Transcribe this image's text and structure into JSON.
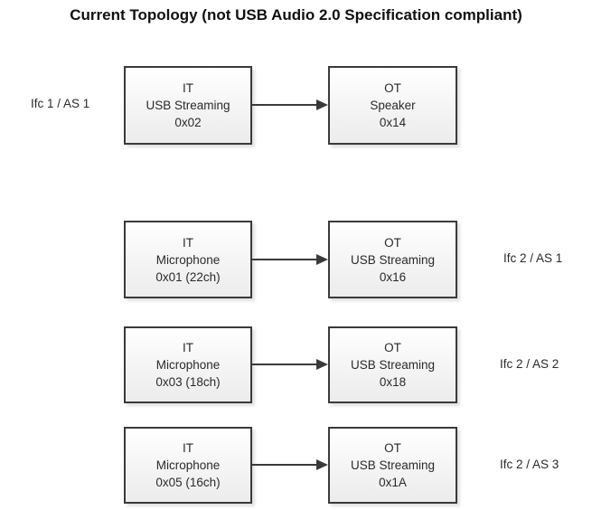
{
  "title": "Current Topology (not USB Audio 2.0 Specification compliant)",
  "rows": [
    {
      "interface_label": "Ifc 1 / AS 1",
      "input": {
        "type": "IT",
        "name": "USB Streaming",
        "id": "0x02"
      },
      "output": {
        "type": "OT",
        "name": "Speaker",
        "id": "0x14"
      }
    },
    {
      "interface_label": "Ifc 2 / AS 1",
      "input": {
        "type": "IT",
        "name": "Microphone",
        "id": "0x01 (22ch)"
      },
      "output": {
        "type": "OT",
        "name": "USB Streaming",
        "id": "0x16"
      }
    },
    {
      "interface_label": "Ifc 2 / AS 2",
      "input": {
        "type": "IT",
        "name": "Microphone",
        "id": "0x03 (18ch)"
      },
      "output": {
        "type": "OT",
        "name": "USB Streaming",
        "id": "0x18"
      }
    },
    {
      "interface_label": "Ifc 2 / AS 3",
      "input": {
        "type": "IT",
        "name": "Microphone",
        "id": "0x05 (16ch)"
      },
      "output": {
        "type": "OT",
        "name": "USB Streaming",
        "id": "0x1A"
      }
    }
  ],
  "colors": {
    "stroke": "#3a3a3a",
    "box_fill": "#f2f2f2"
  }
}
